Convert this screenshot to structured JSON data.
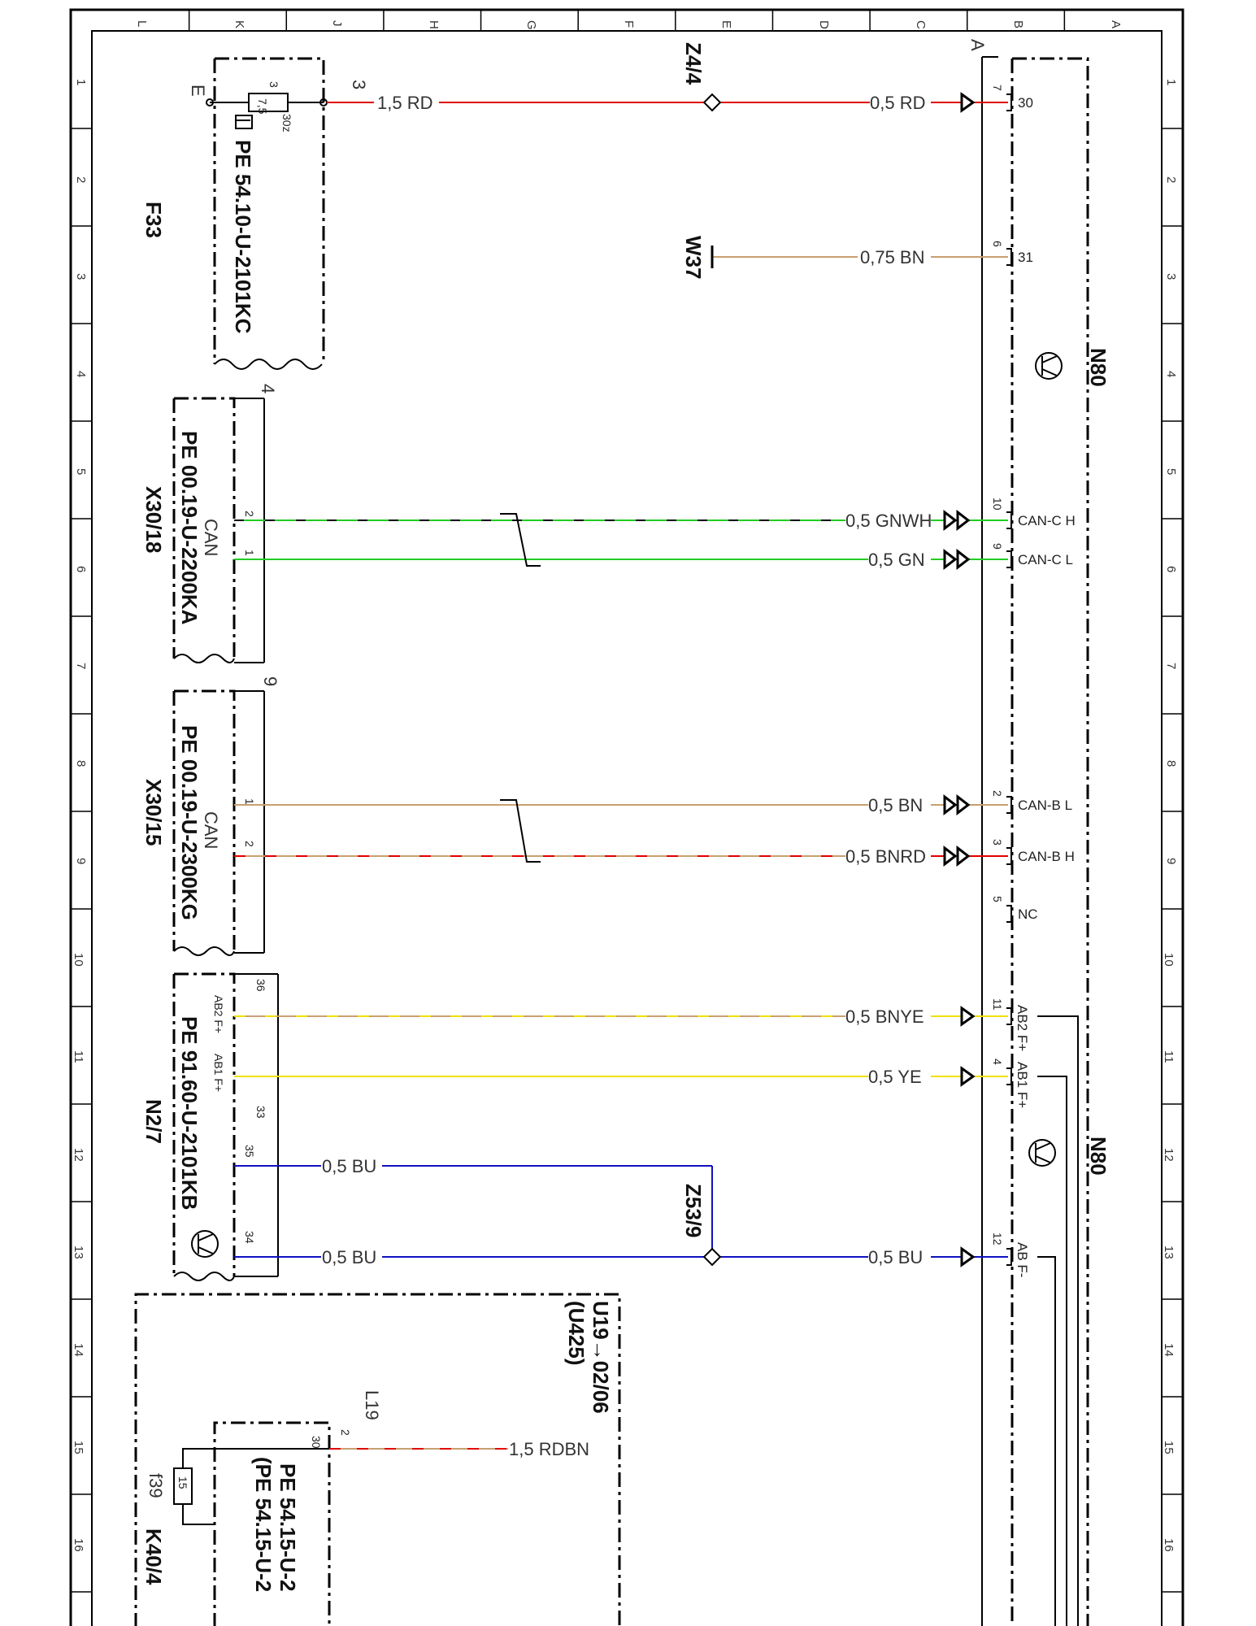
{
  "sheet": {
    "columns": [
      "L",
      "K",
      "J",
      "H",
      "G",
      "F",
      "E",
      "D",
      "C",
      "B",
      "A"
    ],
    "rows": [
      "1",
      "2",
      "3",
      "4",
      "5",
      "6",
      "7",
      "8",
      "9",
      "10",
      "11",
      "12",
      "13",
      "14",
      "15",
      "16"
    ]
  },
  "colors": {
    "RD": "#e00000",
    "BN": "#c8a070",
    "GN": "#22cc22",
    "WH": "#ffffff",
    "YE": "#f0e000",
    "BU": "#1010c0",
    "black": "#000000"
  },
  "components": {
    "f33": {
      "id": "F33",
      "ref": "PE 54.10-U-2101KC",
      "fuse": "7,5",
      "pin_left": "E",
      "pin_3a": "3",
      "pin_3b": "3",
      "pin_30z": "30z"
    },
    "x30_18": {
      "id": "X30/18",
      "ref": "PE 00.19-U-2200KA",
      "bus": "CAN",
      "pin_top": "2",
      "pin_bottom": "1",
      "bracket": "4"
    },
    "x30_15": {
      "id": "X30/15",
      "ref": "PE 00.19-U-2300KG",
      "bus": "CAN",
      "pin_top": "1",
      "pin_bottom": "2",
      "bracket": "9"
    },
    "n2_7": {
      "id": "N2/7",
      "ref": "PE 91.60-U-2101KB",
      "sub1": "AB2 F+",
      "sub2": "AB1 F+",
      "pin36": "36",
      "pin33": "33",
      "pin35": "35",
      "pin34": "34"
    },
    "u19": {
      "line1": "U19→02/06",
      "line2": "(U425)"
    },
    "k40_4": {
      "id": "K40/4",
      "fuse_name": "f39",
      "fuse": "15",
      "ref1": "PE 54.15-U-2",
      "ref2": "(PE 54.15-U-2",
      "pin30": "30",
      "pin2": "2",
      "l19": "L19"
    },
    "n80": {
      "id": "N80",
      "a_label": "A"
    },
    "splices": {
      "z4_4": "Z4/4",
      "z53_9": "Z53/9",
      "w37": "W37"
    }
  },
  "wires": [
    {
      "label": "1,5 RD",
      "colors": [
        "RD"
      ]
    },
    {
      "label": "0,5 RD",
      "colors": [
        "RD"
      ]
    },
    {
      "label": "0,75 BN",
      "colors": [
        "BN"
      ]
    },
    {
      "label": "0,5 GNWH",
      "colors": [
        "GN",
        "WH"
      ]
    },
    {
      "label": "0,5 GN",
      "colors": [
        "GN"
      ]
    },
    {
      "label": "0,5 BN",
      "colors": [
        "BN"
      ]
    },
    {
      "label": "0,5 BNRD",
      "colors": [
        "BN",
        "RD"
      ]
    },
    {
      "label": "0,5 BNYE",
      "colors": [
        "BN",
        "YE"
      ]
    },
    {
      "label": "0,5 YE",
      "colors": [
        "YE"
      ]
    },
    {
      "label": "0,5 BU",
      "colors": [
        "BU"
      ]
    },
    {
      "label": "0,5 BU",
      "colors": [
        "BU"
      ]
    },
    {
      "label": "0,5 BU",
      "colors": [
        "BU"
      ]
    },
    {
      "label": "1,5 RDBN",
      "colors": [
        "RD",
        "BN"
      ]
    }
  ],
  "n80_pins": [
    {
      "num": "7",
      "sig": "30"
    },
    {
      "num": "6",
      "sig": "31"
    },
    {
      "num": "10",
      "sig": "CAN-C H"
    },
    {
      "num": "9",
      "sig": "CAN-C L"
    },
    {
      "num": "2",
      "sig": "CAN-B L"
    },
    {
      "num": "3",
      "sig": "CAN-B H"
    },
    {
      "num": "5",
      "sig": "NC"
    },
    {
      "num": "11",
      "sig": "AB2 F+"
    },
    {
      "num": "4",
      "sig": "AB1 F+"
    },
    {
      "num": "12",
      "sig": "AB F-"
    }
  ]
}
